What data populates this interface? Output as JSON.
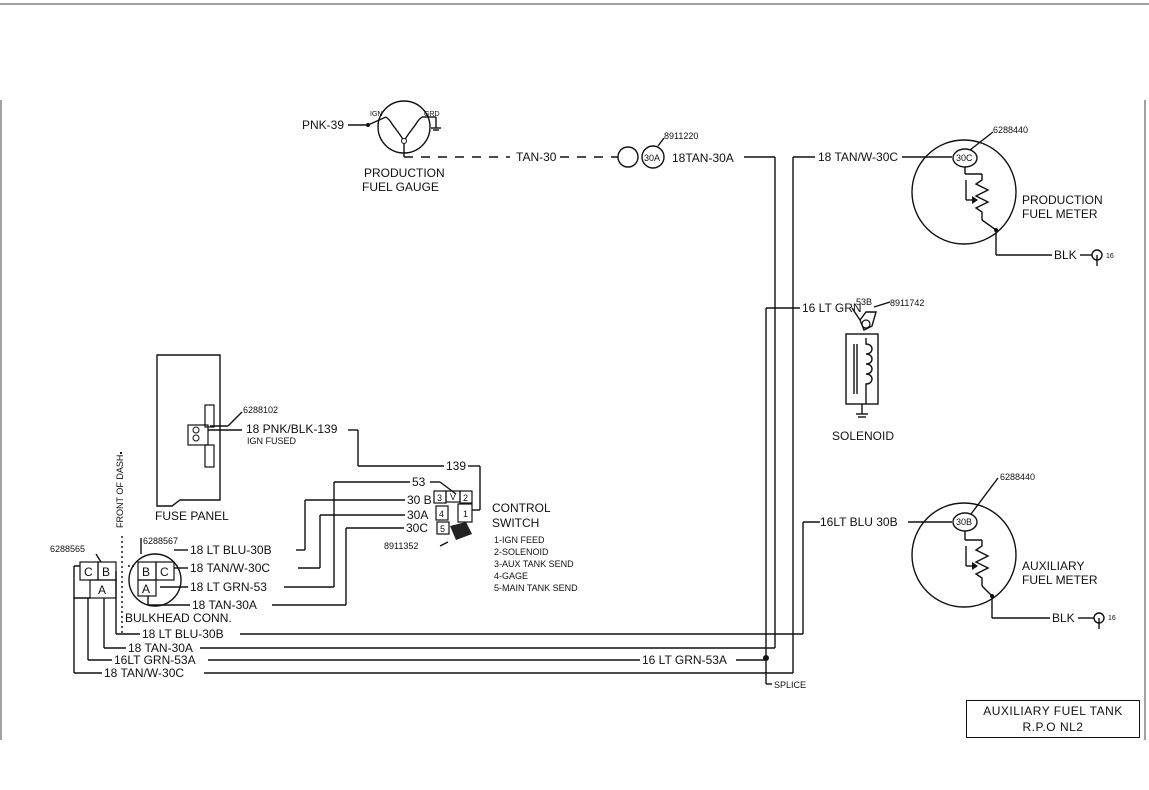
{
  "title_block": {
    "line1": "AUXILIARY FUEL TANK",
    "line2": "R.P.O NL2"
  },
  "gauge": {
    "label_line1": "PRODUCTION",
    "label_line2": "FUEL GAUGE",
    "in_wire": "PNK-39",
    "ign": "IGN",
    "grd": "GRD",
    "out_wire": "TAN-30",
    "connector_part": "8911220",
    "connector_label": "30A",
    "out_wire2": "18TAN-30A"
  },
  "prod_meter": {
    "part": "6288440",
    "terminal": "30C",
    "label_line1": "PRODUCTION",
    "label_line2": "FUEL METER",
    "in_wire": "18 TAN/W-30C",
    "ground_wire": "BLK",
    "ground_ref": "16"
  },
  "solenoid": {
    "wire": "16 LT GRN",
    "terminal": "53B",
    "part": "8911742",
    "label": "SOLENOID"
  },
  "aux_meter": {
    "part": "6288440",
    "terminal": "30B",
    "label_line1": "AUXILIARY",
    "label_line2": "FUEL METER",
    "in_wire": "16LT BLU 30B",
    "ground_wire": "BLK",
    "ground_ref": "16"
  },
  "fuse_panel": {
    "label": "FUSE PANEL",
    "part": "6288102",
    "wire": "18 PNK/BLK-139",
    "sub": "IGN FUSED",
    "front_of_dash": "FRONT OF DASH"
  },
  "switch": {
    "label_line1": "CONTROL",
    "label_line2": "SWITCH",
    "part": "8911352",
    "wires": [
      "139",
      "53",
      "30 B",
      "30A",
      "30C"
    ],
    "pins": [
      "1",
      "2",
      "3",
      "4",
      "5"
    ],
    "legend": [
      "1-IGN FEED",
      "2-SOLENOID",
      "3-AUX TANK SEND",
      "4-GAGE",
      "5-MAIN TANK SEND"
    ]
  },
  "bulkhead": {
    "label": "BULKHEAD CONN.",
    "part": "6288567",
    "pins": [
      "B",
      "C",
      "A"
    ],
    "wires": [
      "18 LT BLU-30B",
      "18 TAN/W-30C",
      "18 LT GRN-53",
      "18 TAN-30A"
    ]
  },
  "left_connector": {
    "part": "6288565",
    "pins": [
      "C",
      "B",
      "A"
    ]
  },
  "harness": {
    "wires": [
      "18 LT BLU-30B",
      "18 TAN-30A",
      "16LT GRN-53A",
      "18 TAN/W-30C"
    ],
    "mid_wire": "16 LT GRN-53A",
    "splice": "SPLICE"
  }
}
